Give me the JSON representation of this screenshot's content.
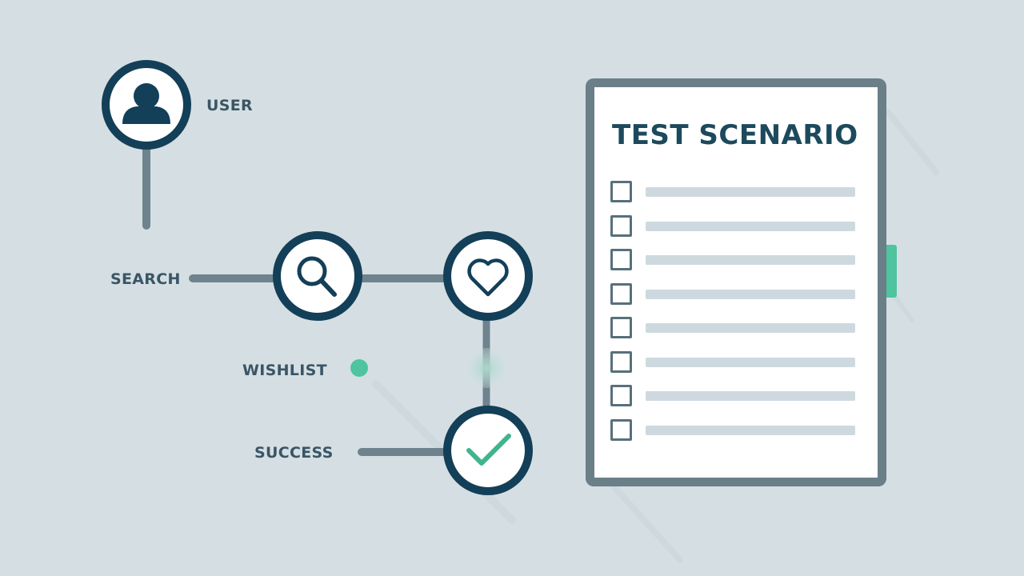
{
  "flow": {
    "user_label": "USER",
    "search_label": "SEARCH",
    "wishlist_label": "WISHLIST",
    "success_label": "SUCCESS"
  },
  "icons": {
    "user": "user-icon",
    "search": "magnifier-icon",
    "wishlist": "heart-icon",
    "success": "checkmark-icon"
  },
  "clipboard": {
    "title": "TEST SCENARIO",
    "checklist_items": 8
  },
  "colors": {
    "background": "#d5dfe3",
    "node_border": "#133f58",
    "connector": "#6e838d",
    "accent": "#4ec49f",
    "clipboard_frame": "#6b7f89",
    "title_text": "#1c4a5c"
  }
}
